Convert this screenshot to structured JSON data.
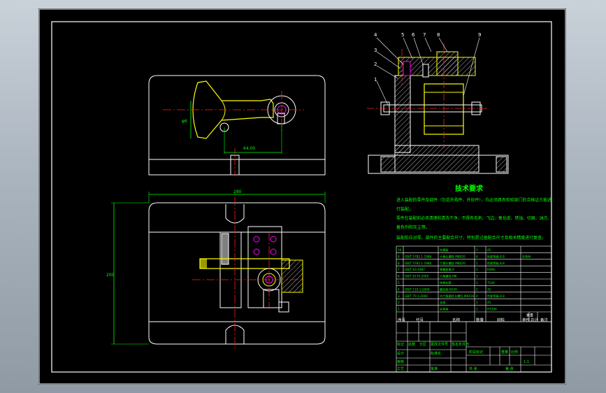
{
  "colors": {
    "background": "#000000",
    "outline": "#ffffff",
    "centerline": "#ff2020",
    "part": "#ffff00",
    "dimension": "#00ff00",
    "hole": "#ff00ff",
    "green_text": "#00ff00",
    "gray_fill": "#7f7f7f"
  },
  "tech_requirements": {
    "title": "技术要求",
    "lines": [
      "进入装配的零件及部件（包括外购件、外协件），均必须具有检验部门的合格证方能进",
      "行装配。",
      "零件在装配前必须清理和清洗干净，不得有毛刺、飞边、氧化皮、锈蚀、切屑、油污、",
      "着色剂和灰尘等。",
      "装配前应对零、部件的主要配合尺寸，特别是过盈配合尺寸及相关精度进行复查。"
    ]
  },
  "callouts": [
    "4",
    "5",
    "6",
    "7",
    "8",
    "9",
    "3",
    "2",
    "1"
  ],
  "dimensions": {
    "top_height": "φ6",
    "top_length": "64.00",
    "overall_width": "280",
    "overall_height": "200"
  },
  "bom": {
    "rows": [
      {
        "no": "10",
        "code": "",
        "name": "钻模板",
        "qty": "1",
        "material": "45",
        "note": ""
      },
      {
        "no": "9",
        "code": "GB/T 5782.1-1986",
        "name": "六角头螺栓 M8X20",
        "qty": "4",
        "material": "性能等级 8.8",
        "note": "外购件"
      },
      {
        "no": "8",
        "code": "GB/T 5782.1-1986",
        "name": "六角头螺栓 M8X20",
        "qty": "1",
        "material": "性能等级 8.8",
        "note": ""
      },
      {
        "no": "7",
        "code": "GB/T 93-1987",
        "name": "弹簧垫圈 8",
        "qty": "1",
        "material": "65Mn",
        "note": ""
      },
      {
        "no": "6",
        "code": "GB/T 6170-2000",
        "name": "六角螺母 M8",
        "qty": "1",
        "material": "",
        "note": ""
      },
      {
        "no": "5",
        "code": "",
        "name": "快换钻套",
        "qty": "1",
        "material": "T10A",
        "note": ""
      },
      {
        "no": "4",
        "code": "GB/T 119.1-2000",
        "name": "圆柱销 6X30",
        "qty": "2",
        "material": "35",
        "note": ""
      },
      {
        "no": "3",
        "code": "GB/T 70.1-2000",
        "name": "内六角圆柱头螺钉 M6X16",
        "qty": "4",
        "material": "性能等级 8.8",
        "note": ""
      },
      {
        "no": "2",
        "code": "",
        "name": "支座",
        "qty": "1",
        "material": "45",
        "note": ""
      },
      {
        "no": "1",
        "code": "",
        "name": "夹具体",
        "qty": "1",
        "material": "HT200",
        "note": ""
      }
    ],
    "header": {
      "no": "序号",
      "code": "代号",
      "name": "名称",
      "qty": "数量",
      "material": "材料",
      "unit_weight": "单件",
      "total_weight": "总计",
      "weight": "重量",
      "note": "备注"
    }
  },
  "title_block": {
    "row_labels": [
      "标记",
      "处数",
      "分区",
      "更改文件号",
      "签名",
      "年月日"
    ],
    "labels": [
      "设计",
      "标准化",
      "审核",
      "工艺",
      "批准"
    ],
    "stage_label": "阶段标记",
    "weight_label": "重量",
    "scale_label": "比例",
    "scale": "1:1",
    "sheet_total": "共 张",
    "sheet_no": "第 张"
  }
}
